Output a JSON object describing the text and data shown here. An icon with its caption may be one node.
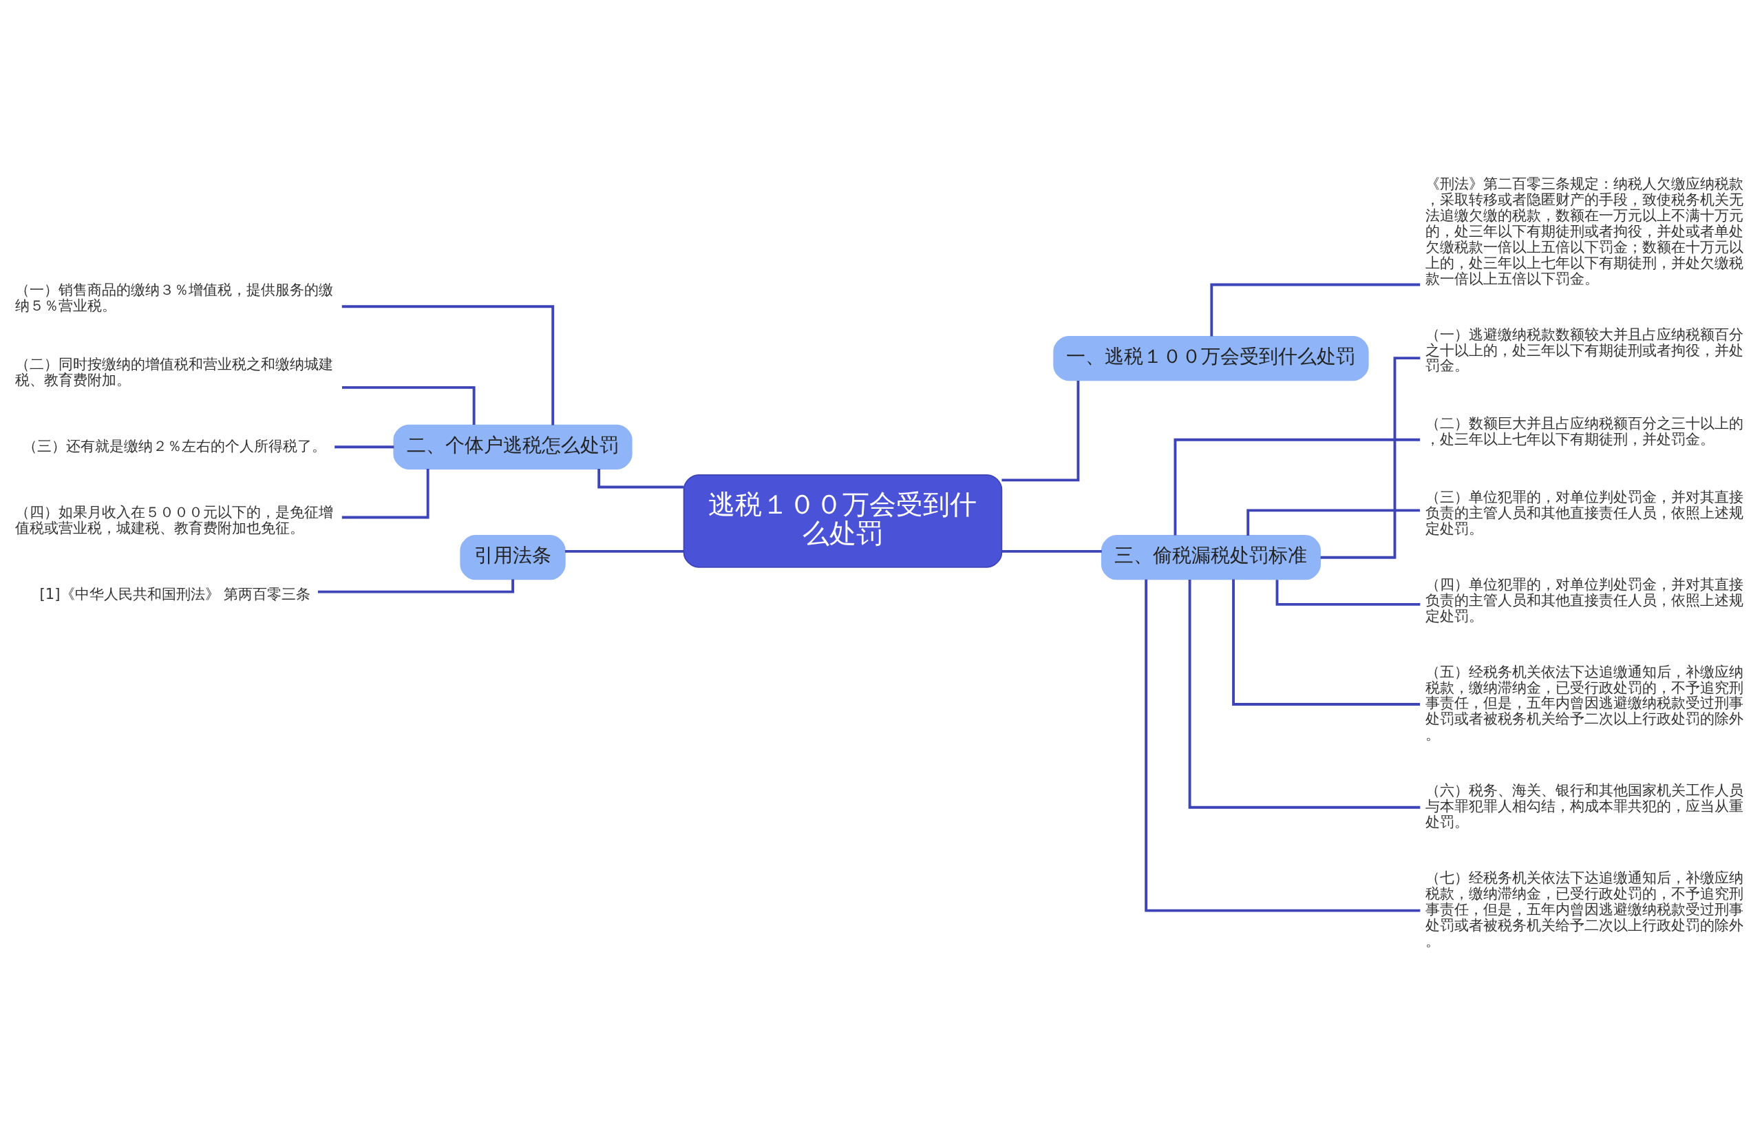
{
  "diagram": {
    "nodes": [
      {
        "text": [
          "逃税１００万会受到什么处罚"
        ]
      },
      {
        "text": [
          "一、逃税１００万会受到什么处罚"
        ]
      },
      {
        "text": [
          "《刑法》第二百零三条规定：纳税人欠缴应纳税款，采取转移或者隐匿财产的手段，致使税务机关无法追缴欠缴的税款，数额在一万元以上不满十万元的，处三年以下有期徒刑或者拘役，并处或者单处欠缴税款一倍以上五倍以下罚金；数额在十万元以上的，处三年以上七年以下有期徒刑，并处欠缴税款一倍以上五倍以下罚金。"
        ]
      },
      {
        "text": [
          "二、个体户逃税怎么处罚"
        ]
      },
      {
        "text": [
          "（一）销售商品的缴纳３％增值税，提供服务的缴纳５％营业税。"
        ]
      },
      {
        "text": [
          "（二）同时按缴纳的增值税和营业税之和缴纳城建税、教育费附加。"
        ]
      },
      {
        "text": [
          "（三）还有就是缴纳２％左右的个人所得税了。"
        ]
      },
      {
        "text": [
          "（四）如果月收入在５０００元以下的，是免征增值税或营业税，城建税、教育费附加也免征。"
        ]
      },
      {
        "text": [
          "引用法条"
        ]
      },
      {
        "text": [
          "[1]《中华人民共和国刑法》 第两百零三条"
        ]
      },
      {
        "text": [
          "三、偷税漏税处罚标准"
        ]
      },
      {
        "text": [
          "（一）逃避缴纳税款数额较大并且占应纳税额百分之十以上的，处三年以下有期徒刑或者拘役，并处罚金。"
        ]
      },
      {
        "text": [
          "（二）数额巨大并且占应纳税额百分之三十以上的，处三年以上七年以下有期徒刑，并处罚金。"
        ]
      },
      {
        "text": [
          "（三）单位犯罪的，对单位判处罚金，并对其直接负责的主管人员和其他直接责任人员，依照上述规定处罚。"
        ]
      },
      {
        "text": [
          "（四）单位犯罪的，对单位判处罚金，并对其直接负责的主管人员和其他直接责任人员，依照上述规定处罚。"
        ]
      },
      {
        "text": [
          "（五）经税务机关依法下达追缴通知后，补缴应纳税款，缴纳滞纳金，已受行政处罚的，不予追究刑事责任，但是，五年内曾因逃避缴纳税款受过刑事处罚或者被税务机关给予二次以上行政处罚的除外。"
        ]
      },
      {
        "text": [
          "（六）税务、海关、银行和其他国家机关工作人员与本罪犯罪人相勾结，构成本罪共犯的，应当从重处罚。"
        ]
      },
      {
        "text": [
          "（七）经税务机关依法下达追缴通知后，补缴应纳税款，缴纳滞纳金，已受行政处罚的，不予追究刑事责任，但是，五年内曾因逃避缴纳税款受过刑事处罚或者被税务机关给予二次以上行政处罚的除外。"
        ]
      }
    ],
    "edges": [
      {
        "from": 0,
        "to": 1,
        "arrow": "none"
      },
      {
        "from": 1,
        "to": 2,
        "arrow": "none"
      },
      {
        "from": 0,
        "to": 3,
        "arrow": "none"
      },
      {
        "from": 3,
        "to": 4,
        "arrow": "none"
      },
      {
        "from": 3,
        "to": 5,
        "arrow": "none"
      },
      {
        "from": 3,
        "to": 6,
        "arrow": "none"
      },
      {
        "from": 3,
        "to": 7,
        "arrow": "none"
      },
      {
        "from": 0,
        "to": 8,
        "arrow": "none"
      },
      {
        "from": 8,
        "to": 9,
        "arrow": "none"
      },
      {
        "from": 0,
        "to": 10,
        "arrow": "none"
      },
      {
        "from": 10,
        "to": 11,
        "arrow": "none"
      },
      {
        "from": 10,
        "to": 12,
        "arrow": "none"
      },
      {
        "from": 10,
        "to": 13,
        "arrow": "none"
      },
      {
        "from": 10,
        "to": 14,
        "arrow": "none"
      },
      {
        "from": 10,
        "to": 15,
        "arrow": "none"
      },
      {
        "from": 10,
        "to": 16,
        "arrow": "none"
      },
      {
        "from": 10,
        "to": 17,
        "arrow": "none"
      }
    ]
  }
}
